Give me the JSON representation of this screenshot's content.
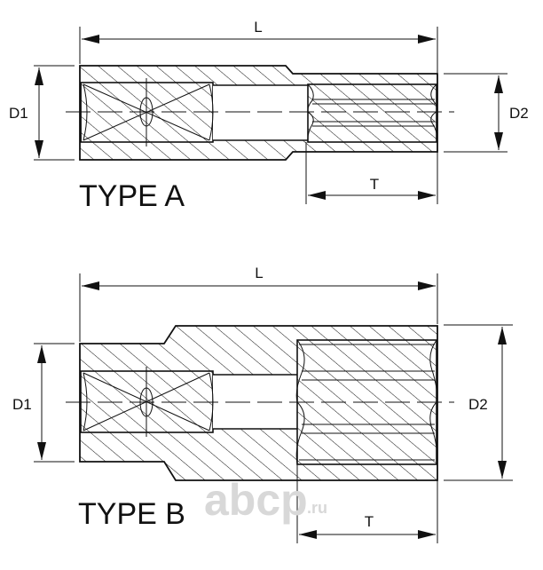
{
  "type_a": {
    "title": "TYPE A",
    "length_label": "L",
    "d1_label": "D1",
    "d2_label": "D2",
    "t_label": "T"
  },
  "type_b": {
    "title": "TYPE B",
    "length_label": "L",
    "d1_label": "D1",
    "d2_label": "D2",
    "t_label": "T"
  },
  "watermark": {
    "text": "abcp",
    ".ru": ".ru",
    "suffix": ".ru"
  },
  "colors": {
    "line": "#111111",
    "watermark": "#d8d8d8"
  }
}
